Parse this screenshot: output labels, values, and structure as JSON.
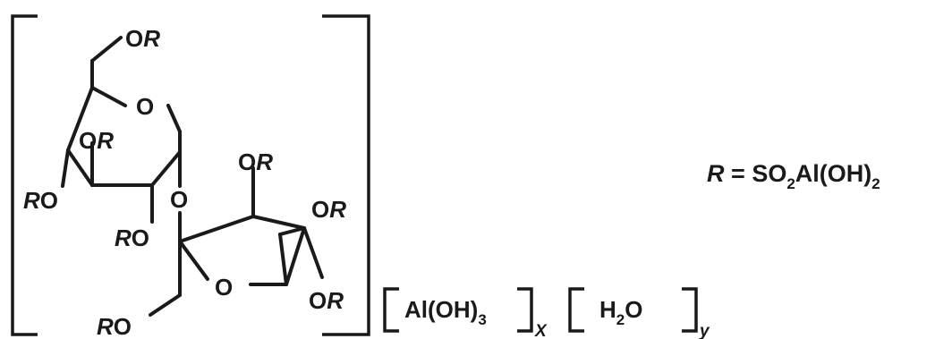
{
  "structure": {
    "groups": {
      "or_c6": {
        "o": "O",
        "r": "R"
      },
      "or_c3": {
        "o": "O",
        "r": "R"
      },
      "or_c4": {
        "r": "R",
        "o": "O"
      },
      "or_c2": {
        "r": "R",
        "o": "O"
      },
      "or_c6f": {
        "r": "R",
        "o": "O"
      },
      "or_f3": {
        "o": "O",
        "r": "R"
      },
      "or_f4": {
        "o": "O",
        "r": "R"
      },
      "or_f5": {
        "o": "O",
        "r": "R"
      }
    },
    "ring_oxygen_glucose": "O",
    "glycosidic_oxygen": "O",
    "ring_oxygen_fructose": "O"
  },
  "counterion": {
    "formula_main": "Al(OH)",
    "formula_sub": "3",
    "index": "X"
  },
  "water": {
    "h": "H",
    "h_sub": "2",
    "o": "O",
    "index": "y"
  },
  "r_definition": {
    "lhs": "R",
    "equals": "=",
    "so": "SO",
    "so_sub": "2",
    "rest": "Al(OH)",
    "rest_sub": "2"
  }
}
